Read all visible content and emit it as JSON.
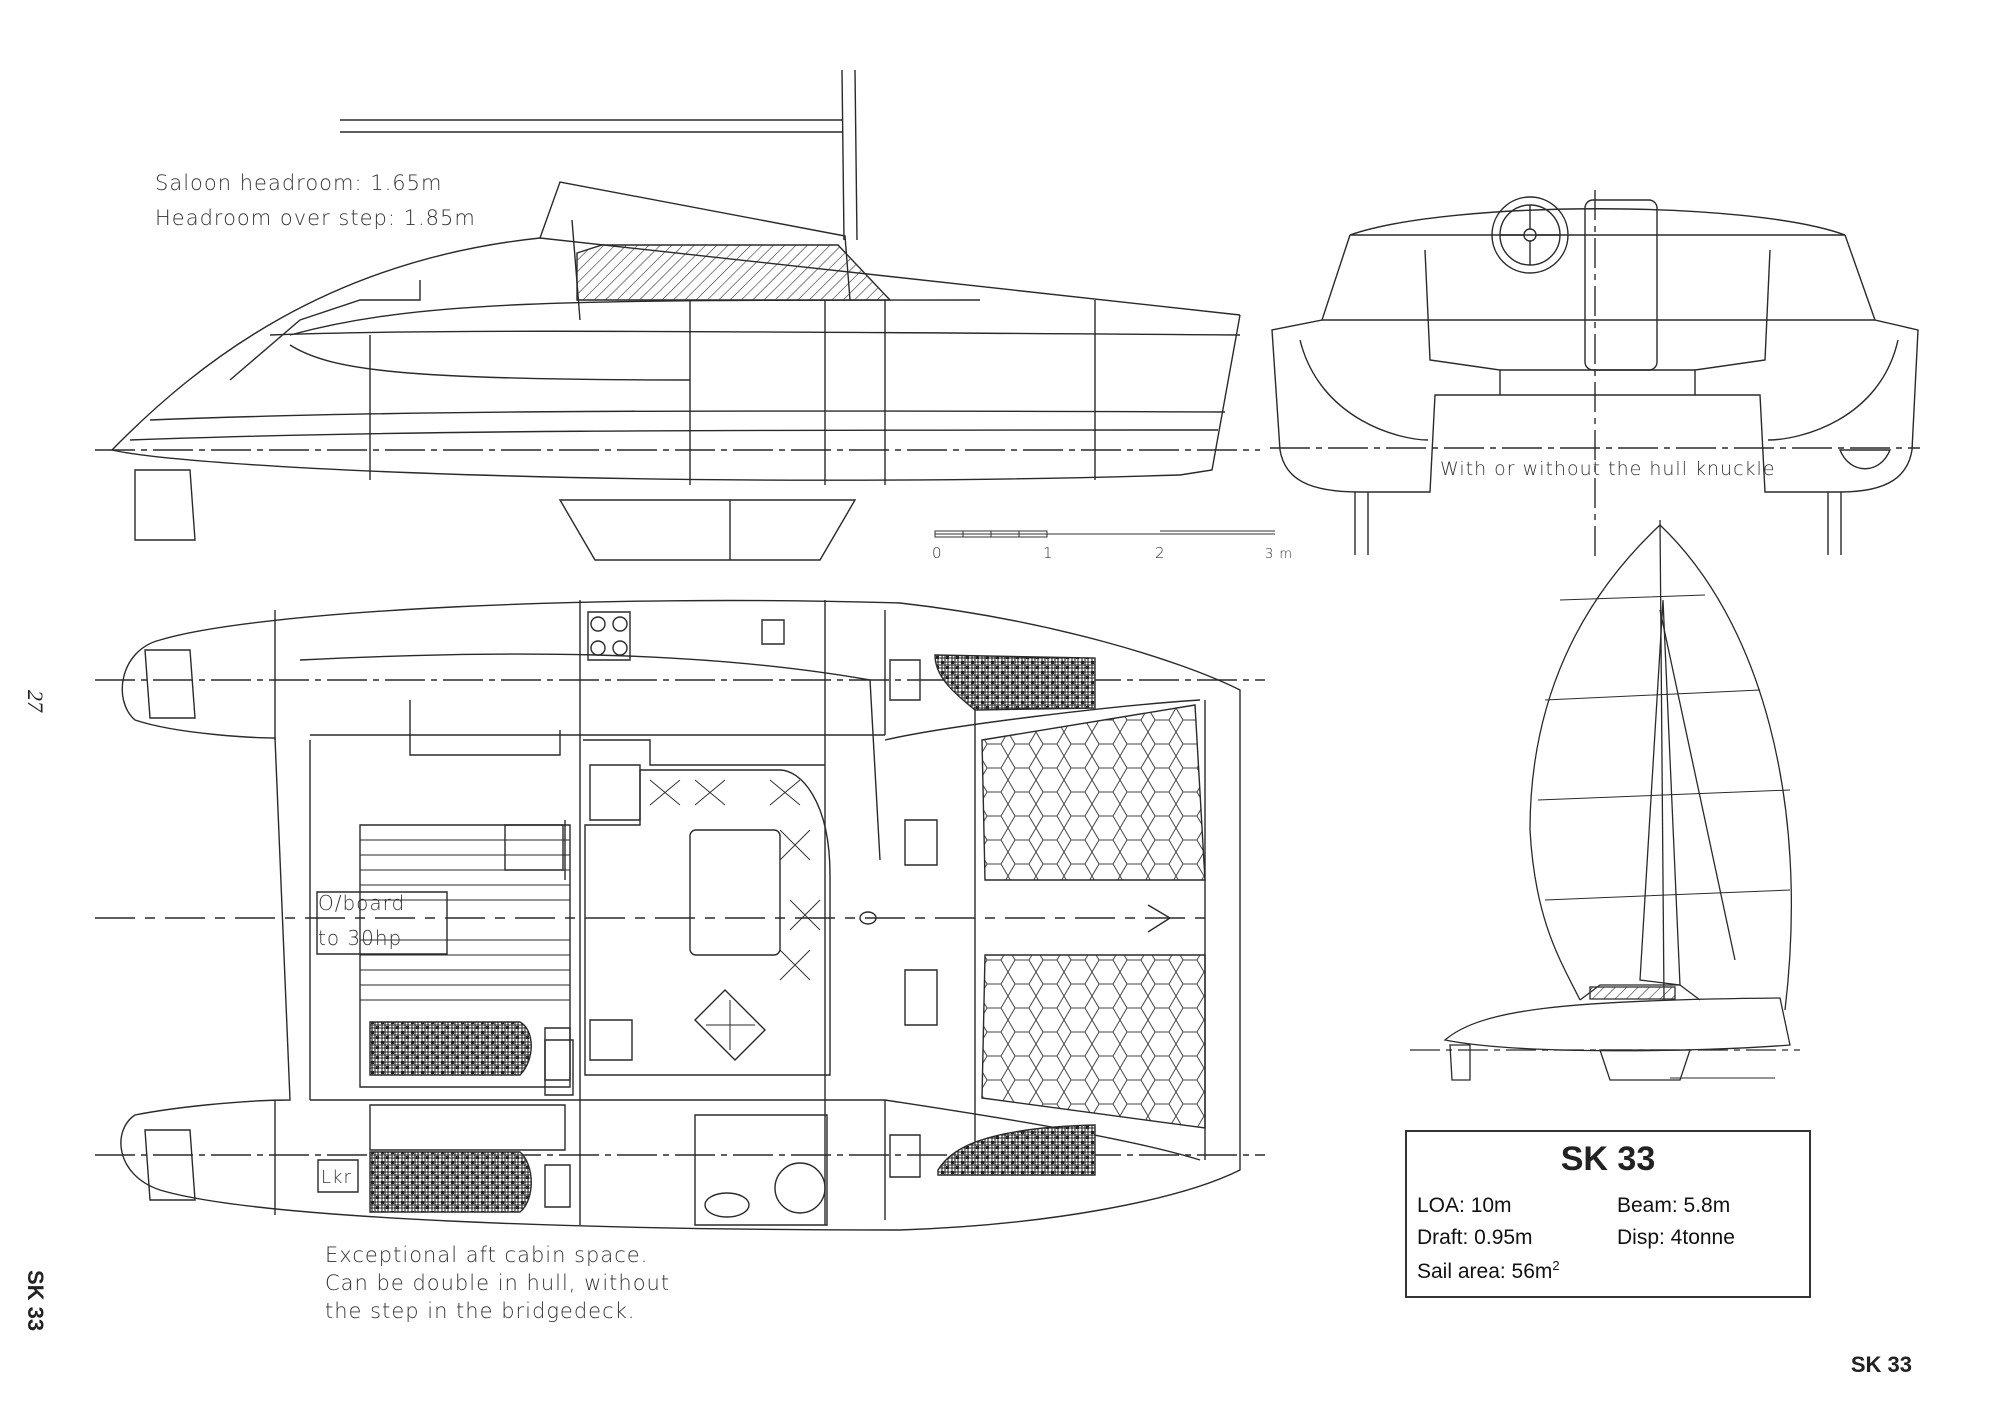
{
  "notes": {
    "saloon_headroom": "Saloon headroom: 1.65m",
    "step_headroom": "Headroom over step: 1.85m",
    "hull_knuckle": "With or without the hull knuckle",
    "outboard_line1": "O/board",
    "outboard_line2": "to 30hp",
    "locker": "Lkr",
    "aft_cabin_line1": "Exceptional aft cabin space.",
    "aft_cabin_line2": "Can be double in hull, without",
    "aft_cabin_line3": "the step in the bridgedeck."
  },
  "scale_bar": {
    "ticks": [
      "0",
      "1",
      "2",
      "3 m"
    ]
  },
  "specs": {
    "title": "SK 33",
    "loa": "LOA:  10m",
    "beam": "Beam: 5.8m",
    "draft": "Draft:  0.95m",
    "disp": "Disp: 4tonne",
    "sail_area_prefix": "Sail area: 56m",
    "sail_area_sup": "2"
  },
  "page": {
    "side_label": "SK 33",
    "page_number": "27",
    "footer": "SK 33"
  },
  "colors": {
    "line": "#2a2a2a",
    "paper": "#ffffff"
  }
}
